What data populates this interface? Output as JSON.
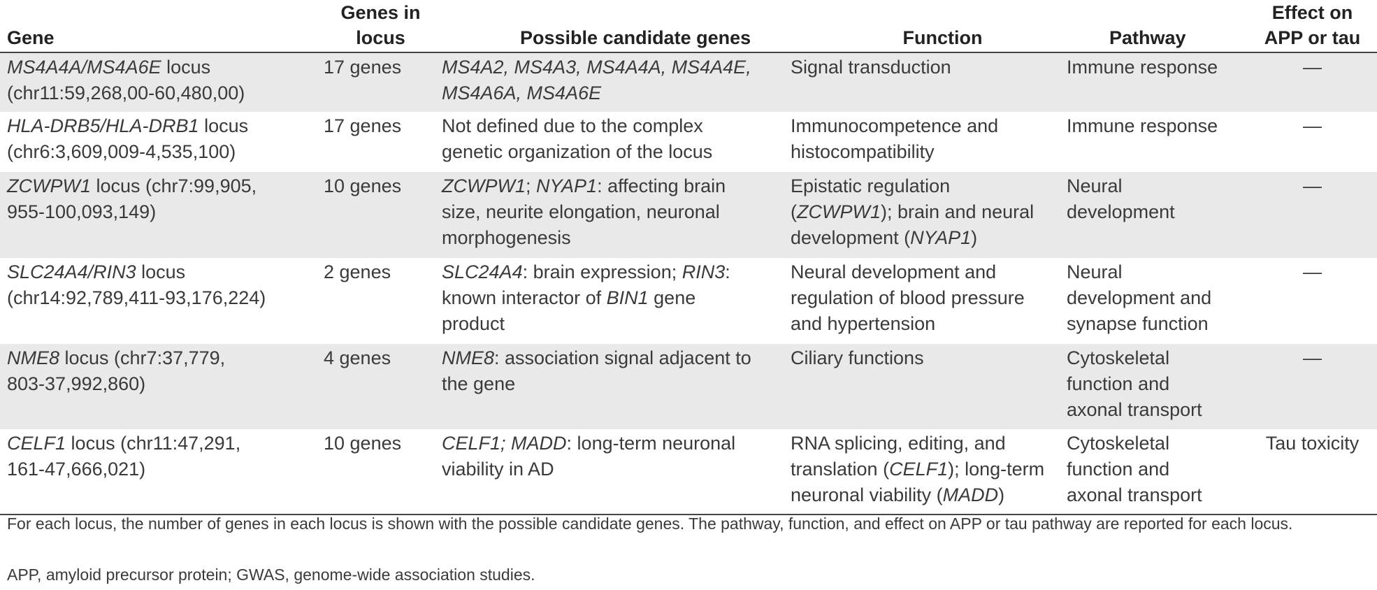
{
  "table": {
    "headers": {
      "gene": "Gene",
      "count_line1": "Genes in",
      "count_line2": "locus",
      "candidates": "Possible candidate genes",
      "function": "Function",
      "pathway": "Pathway",
      "effect_line1": "Effect on",
      "effect_line2": "APP or tau"
    },
    "rows": [
      {
        "gene_italic": "MS4A4A/MS4A6E",
        "gene_rest": " locus",
        "gene_line2": "(chr11:59,268,00-60,480,00)",
        "count": "17 genes",
        "cand_line1": "MS4A2, MS4A3, MS4A4A, MS4A4E,",
        "cand_line2": "MS4A6A, MS4A6E",
        "function": "Signal transduction",
        "pathway": "Immune response",
        "effect": "—"
      },
      {
        "gene_italic": "HLA-DRB5/HLA-DRB1",
        "gene_rest": " locus",
        "gene_line2": "(chr6:3,609,009-4,535,100)",
        "count": "17 genes",
        "cand_line1": "Not defined due to the complex",
        "cand_line2": "genetic organization of the locus",
        "function_line1": "Immunocompetence and",
        "function_line2": "histocompatibility",
        "pathway": "Immune response",
        "effect": "—"
      },
      {
        "gene_italic": "ZCWPW1",
        "gene_rest": " locus (chr7:99,905,",
        "gene_line2": "955-100,093,149)",
        "count": "10 genes",
        "cand_it1": "ZCWPW1",
        "cand_sep": "; ",
        "cand_it2": "NYAP1",
        "cand_rest1": ": affecting brain",
        "cand_line2": "size, neurite elongation, neuronal",
        "cand_line3": "morphogenesis",
        "function_line1": "Epistatic regulation",
        "function_l2_open": "(",
        "function_l2_it": "ZCWPW1",
        "function_l2_rest": "); brain and neural",
        "function_l3_pre": "development (",
        "function_l3_it": "NYAP1",
        "function_l3_close": ")",
        "pathway_line1": "Neural",
        "pathway_line2": "development",
        "effect": "—"
      },
      {
        "gene_italic": "SLC24A4/RIN3",
        "gene_rest": " locus",
        "gene_line2": "(chr14:92,789,411-93,176,224)",
        "count": "2 genes",
        "cand_it1": "SLC24A4",
        "cand_mid": ": brain expression; ",
        "cand_it2": "RIN3",
        "cand_end": ":",
        "cand_l2_pre": "known interactor of ",
        "cand_l2_it": "BIN1",
        "cand_l2_rest": " gene",
        "cand_line3": "product",
        "function_line1": "Neural development and",
        "function_line2": "regulation of blood pressure",
        "function_line3": "and hypertension",
        "pathway_line1": "Neural",
        "pathway_line2": "development and",
        "pathway_line3": "synapse function",
        "effect": "—"
      },
      {
        "gene_italic": "NME8",
        "gene_rest": " locus (chr7:37,779,",
        "gene_line2": "803-37,992,860)",
        "count": "4 genes",
        "cand_it1": "NME8",
        "cand_rest1": ": association signal adjacent to",
        "cand_line2": "the gene",
        "function": "Ciliary functions",
        "pathway_line1": "Cytoskeletal",
        "pathway_line2": "function and",
        "pathway_line3": "axonal transport",
        "effect": "—"
      },
      {
        "gene_italic": "CELF1",
        "gene_rest": " locus (chr11:47,291,",
        "gene_line2": "161-47,666,021)",
        "count": "10 genes",
        "cand_it1": "CELF1; MADD",
        "cand_rest1": ": long-term neuronal",
        "cand_line2": "viability in AD",
        "function_line1": "RNA splicing, editing, and",
        "function_l2_pre": "translation (",
        "function_l2_it": "CELF1",
        "function_l2_rest": "); long-term",
        "function_l3_pre": "neuronal viability (",
        "function_l3_it": "MADD",
        "function_l3_close": ")",
        "pathway_line1": "Cytoskeletal",
        "pathway_line2": "function and",
        "pathway_line3": "axonal transport",
        "effect": "Tau toxicity"
      }
    ]
  },
  "footnotes": {
    "note1": "For each locus, the number of genes in each locus is shown with the possible candidate genes. The pathway, function, and effect on APP or tau pathway are reported for each locus.",
    "note2": "APP, amyloid precursor protein; GWAS, genome-wide association studies."
  }
}
